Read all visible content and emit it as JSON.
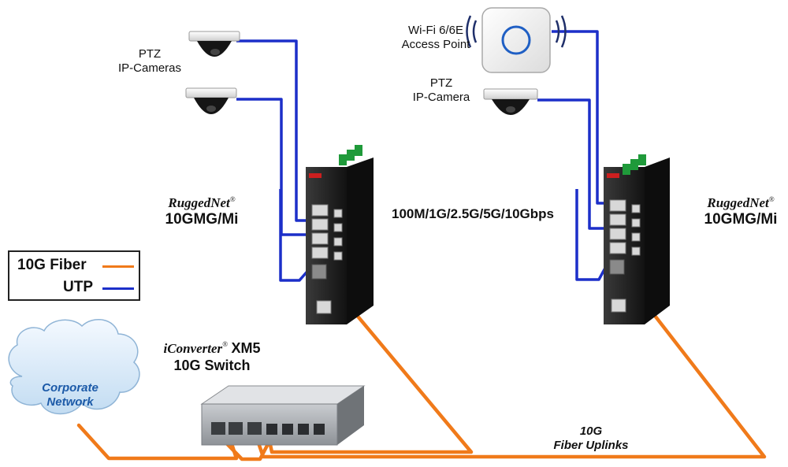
{
  "labels": {
    "ptz_cameras_line1": "PTZ",
    "ptz_cameras_line2": "IP-Cameras",
    "wifi_line1": "Wi-Fi 6/6E",
    "wifi_line2": "Access Point",
    "ptz_camera_line1": "PTZ",
    "ptz_camera_line2": "IP-Camera",
    "speed": "100M/1G/2.5G/5G/10Gbps",
    "uplinks_line1": "10G",
    "uplinks_line2": "Fiber Uplinks"
  },
  "switch_left": {
    "brand": "RuggedNet",
    "reg": "®",
    "model": "10GMG/Mi"
  },
  "switch_right": {
    "brand": "RuggedNet",
    "reg": "®",
    "model": "10GMG/Mi"
  },
  "core_switch": {
    "brand": "iConverter",
    "reg": "®",
    "model": "XM5",
    "subtitle": "10G Switch"
  },
  "cloud": {
    "line1": "Corporate",
    "line2": "Network"
  },
  "legend": [
    {
      "label": "10G Fiber",
      "color": "#f07a1a"
    },
    {
      "label": "UTP",
      "color": "#1c2fc9"
    }
  ],
  "colors": {
    "fiber": "#f07a1a",
    "utp": "#1c2fc9",
    "cloud_text": "#1c5aa8"
  },
  "icons": [
    "dome-camera-icon",
    "wifi-access-point-icon",
    "industrial-switch-icon",
    "rack-switch-icon",
    "cloud-icon"
  ]
}
